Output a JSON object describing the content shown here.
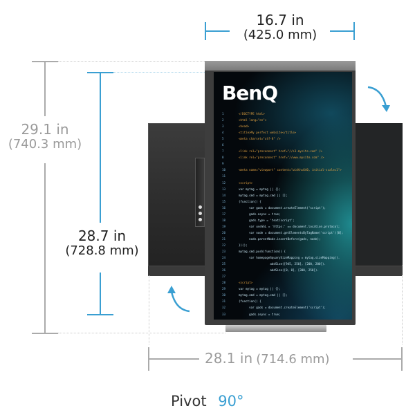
{
  "dimensions": {
    "width_top": {
      "in": "16.7 in",
      "mm": "(425.0 mm)",
      "color": "#3a9fd2"
    },
    "height_total": {
      "in": "29.1 in",
      "mm": "(740.3 mm)",
      "color": "#9a9a9a"
    },
    "height_screen": {
      "in": "28.7 in",
      "mm": "(728.8 mm)",
      "color": "#3a9fd2"
    },
    "width_landscape": {
      "in": "28.1 in",
      "mm": "(714.6 mm)",
      "color": "#9a9a9a"
    }
  },
  "footer": {
    "label": "Pivot",
    "value": "90°",
    "value_color": "#3a9fd2"
  },
  "monitor": {
    "brand": "BenQ",
    "icons": [
      "rotate-clockwise-arrow",
      "rotate-counterclockwise-arrow"
    ],
    "code_lines": [
      {
        "n": "1",
        "t": "<!DOCTYPE html>"
      },
      {
        "n": "2",
        "t": "<html lang=\"en\">"
      },
      {
        "n": "3",
        "t": "<head>"
      },
      {
        "n": "4",
        "t": "<title>My perfect website</title>"
      },
      {
        "n": "5",
        "t": "<meta charset=\"utf-8\" />"
      },
      {
        "n": "6",
        "t": ""
      },
      {
        "n": "7",
        "t": "<link rel=\"preconnect\" href=\"//s3.mysite.com\" />"
      },
      {
        "n": "8",
        "t": "<link rel=\"preconnect\" href=\"//www.mysite.com\" />"
      },
      {
        "n": "9",
        "t": ""
      },
      {
        "n": "10",
        "t": "<meta name=\"viewport\" content=\"width=640, initial-scale=1\">"
      },
      {
        "n": "11",
        "t": ""
      },
      {
        "n": "12",
        "t": "<script>"
      },
      {
        "n": "13",
        "t": "var mytag = mytag || {};"
      },
      {
        "n": "14",
        "t": "mytag.cmd = mytag.cmd || [];"
      },
      {
        "n": "15",
        "t": "(function() {"
      },
      {
        "n": "16",
        "t": "      var gads = document.createElement('script');"
      },
      {
        "n": "17",
        "t": "      gads.async = true;"
      },
      {
        "n": "18",
        "t": "      gads.type = 'text/script';"
      },
      {
        "n": "19",
        "t": "      var useSSL = 'https:' == document.location.protocol;"
      },
      {
        "n": "20",
        "t": "      var node = document.getElementsByTagName('script')[0];"
      },
      {
        "n": "21",
        "t": "      node.parentNode.insertBefore(gads, node);"
      },
      {
        "n": "22",
        "t": "})();"
      },
      {
        "n": "23",
        "t": "mytag.cmd.push(function() {"
      },
      {
        "n": "24",
        "t": "      var homepageSquarySizeMapping = mytag.sizeMapping()."
      },
      {
        "n": "25",
        "t": "                  addSize([945, 250], [200, 200])."
      },
      {
        "n": "26",
        "t": "                  addSize([0, 0], [300, 250])."
      },
      {
        "n": "27",
        "t": ""
      },
      {
        "n": "28",
        "t": "<script>"
      },
      {
        "n": "29",
        "t": "var mytag = mytag || {};"
      },
      {
        "n": "30",
        "t": "mytag.cmd = mytag.cmd || [];"
      },
      {
        "n": "31",
        "t": "(function() {"
      },
      {
        "n": "32",
        "t": "      var gads = document.createElement('script');"
      },
      {
        "n": "33",
        "t": "      gads.async = true;"
      }
    ]
  }
}
